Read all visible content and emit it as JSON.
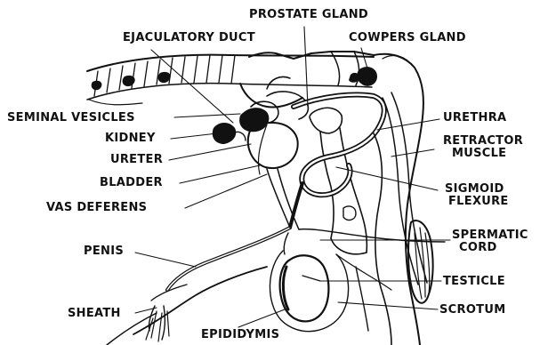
{
  "labels": {
    "prostate_gland": "PROSTATE GLAND",
    "ejaculatory_duct": "EJACULATORY DUCT",
    "cowpers_gland": "COWPERS GLAND",
    "seminal_vesicles": "SEMINAL VESICLES",
    "kidney": "KIDNEY",
    "ureter": "URETER",
    "bladder": "BLADDER",
    "vas_deferens": "VAS DEFERENS",
    "penis": "PENIS",
    "sheath": "SHEATH",
    "epididymis": "EPIDIDYMIS",
    "urethra": "URETHRA",
    "retractor_muscle_1": "RETRACTOR",
    "retractor_muscle_2": "MUSCLE",
    "sigmoid_flexure_1": "SIGMOID",
    "sigmoid_flexure_2": "FLEXURE",
    "spermatic_cord_1": "SPERMATIC",
    "spermatic_cord_2": "CORD",
    "testicle": "TESTICLE",
    "scrotum": "SCROTUM"
  },
  "colors": {
    "ink": "#111111",
    "paper": "#ffffff"
  }
}
